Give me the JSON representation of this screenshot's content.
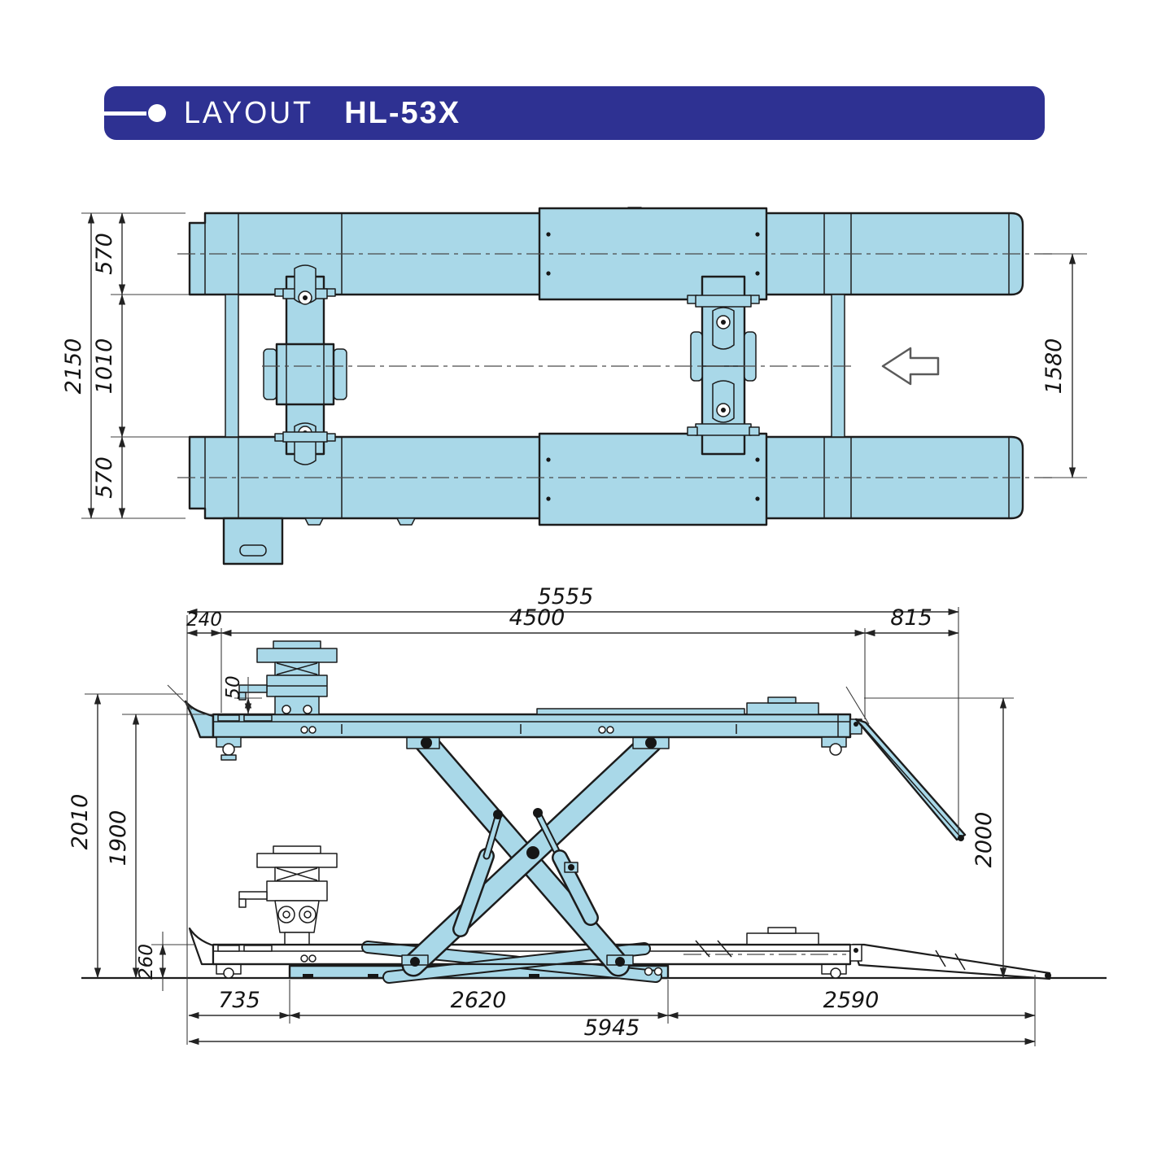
{
  "header": {
    "section_label": "LAYOUT",
    "model": "HL-53X"
  },
  "colors": {
    "banner_blue": "#2e3192",
    "machine_fill": "#a9d8e8",
    "outline": "#1c1c1c",
    "dimension_lines": "#333333"
  },
  "top_view": {
    "dims": {
      "overall_width": "2150",
      "platform_width_top": "570",
      "inner_track": "1010",
      "platform_width_bottom": "570",
      "platform_centre_distance": "1580"
    }
  },
  "side_view": {
    "dims": {
      "total_length_top": "5555",
      "platform_length": "4500",
      "rear_overhang": "240",
      "ramp_drop": "815",
      "deck_lip": "50",
      "overall_height": "2010",
      "raised_height": "1900",
      "clearance_height": "2000",
      "lowered_height": "260",
      "base_offset": "735",
      "base_length": "2620",
      "ramp_length": "2590",
      "overall_length_bottom": "5945"
    }
  }
}
